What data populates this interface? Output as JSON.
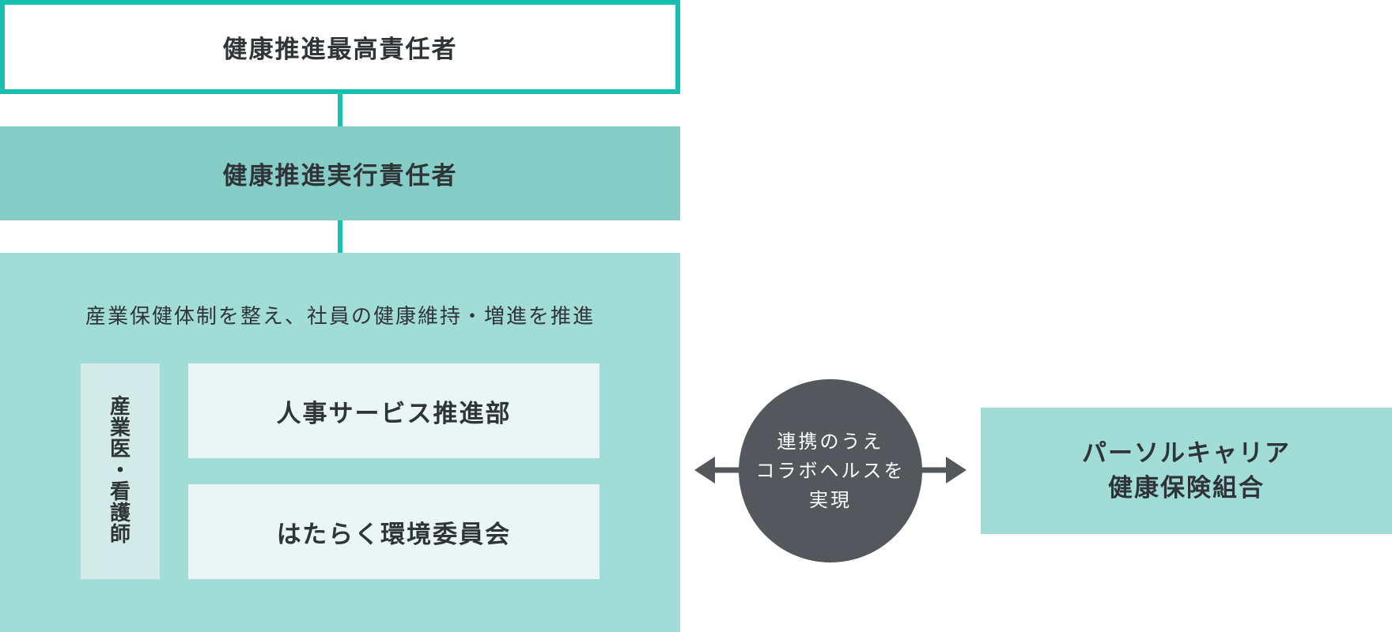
{
  "top_box": {
    "label": "健康推進最高責任者"
  },
  "exec_box": {
    "label": "健康推進実行責任者"
  },
  "dept_area": {
    "heading": "産業保健体制を整え、社員の健康維持・増進を推進",
    "side_label_chars": [
      "産",
      "業",
      "医",
      "・",
      "看",
      "護",
      "師"
    ],
    "hr_label": "人事サービス推進部",
    "env_label": "はたらく環境委員会"
  },
  "collab": {
    "lines": [
      "連携のうえ",
      "コラボヘルスを",
      "実現"
    ]
  },
  "union": {
    "lines": [
      "パーソルキャリア",
      "健康保険組合"
    ]
  },
  "colors": {
    "accent": "#16bfb0",
    "exec_fill": "#87cdc7",
    "dept_fill": "#a2dcd7",
    "inner_fill": "#e9f6f5",
    "side_fill": "#d2ebe9",
    "circle_fill": "#54575b"
  }
}
